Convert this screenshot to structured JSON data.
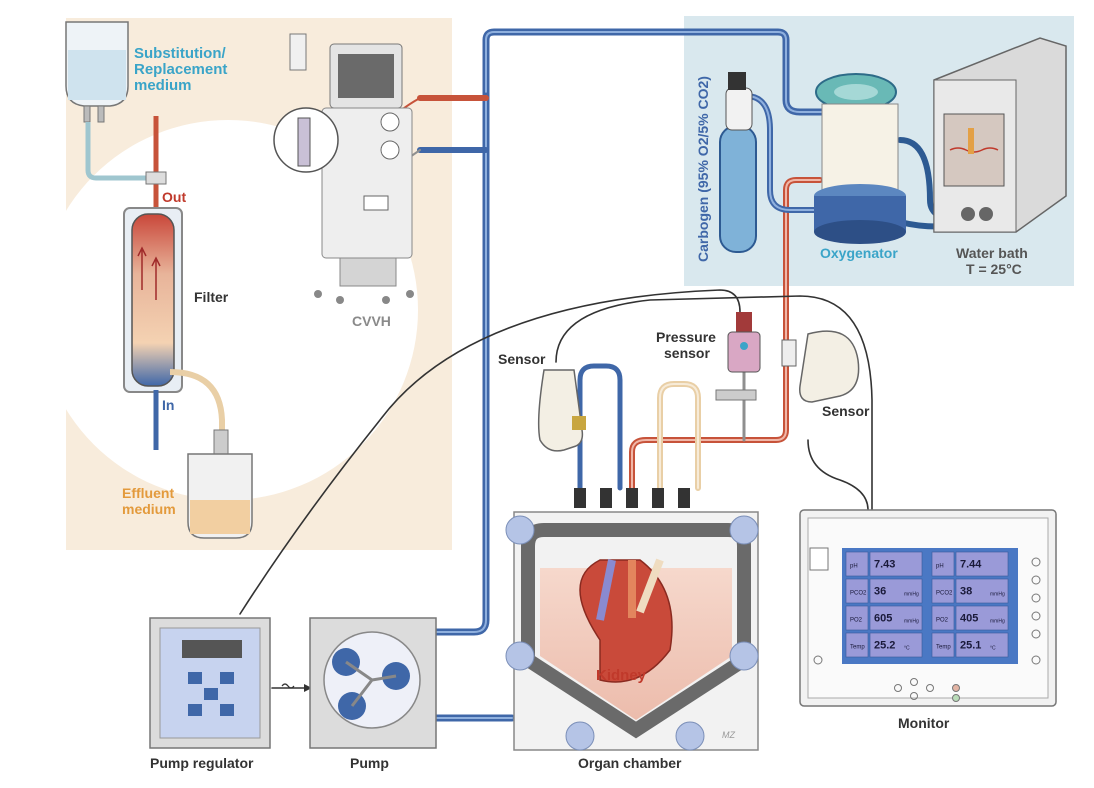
{
  "labels": {
    "substitution_line1": "Substitution/",
    "substitution_line2": "Replacement",
    "substitution_line3": "medium",
    "out": "Out",
    "filter": "Filter",
    "in": "In",
    "effluent_line1": "Effluent",
    "effluent_line2": "medium",
    "cvvh": "CVVH",
    "carbogen": "Carbogen (95% O2/5% CO2)",
    "oxygenator": "Oxygenator",
    "water_bath_line1": "Water bath",
    "water_bath_line2": "T = 25°C",
    "pressure_sensor_line1": "Pressure",
    "pressure_sensor_line2": "sensor",
    "sensor_left": "Sensor",
    "sensor_right": "Sensor",
    "kidney": "Kidney",
    "monitor": "Monitor",
    "pump_regulator": "Pump regulator",
    "pump": "Pump",
    "organ_chamber": "Organ chamber",
    "signature": "MZ"
  },
  "monitor_table": {
    "rows": [
      {
        "left_param": "pH",
        "left_value": "7.43",
        "left_unit": "",
        "right_param": "pH",
        "right_value": "7.44",
        "right_unit": ""
      },
      {
        "left_param": "PCO2",
        "left_value": "36",
        "left_unit": "mmHg",
        "right_param": "PCO2",
        "right_value": "38",
        "right_unit": "mmHg"
      },
      {
        "left_param": "PO2",
        "left_value": "605",
        "left_unit": "mmHg",
        "right_param": "PO2",
        "right_value": "405",
        "right_unit": "mmHg"
      },
      {
        "left_param": "Temp",
        "left_value": "25.2",
        "left_unit": "°C",
        "right_param": "Temp",
        "right_value": "25.1",
        "right_unit": "°C"
      }
    ]
  },
  "colors": {
    "cvvh_background": "#f8ecdc",
    "oxygenator_background": "#d9e8ee",
    "tube_blue": "#3f67a8",
    "tube_red": "#c7533a",
    "tube_cream": "#e9cfa6",
    "label_blue": "#3aa4c8",
    "label_orange": "#e39a3c",
    "label_red": "#c0392b",
    "label_gray": "#8a8a8a",
    "monitor_cell": "#9a9ad8",
    "monitor_panel": "#4a78c4"
  }
}
